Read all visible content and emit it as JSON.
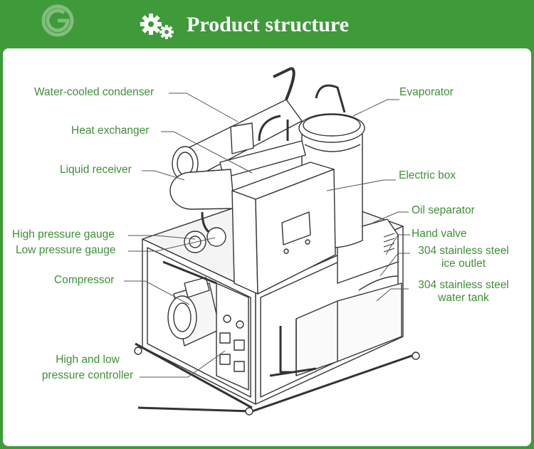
{
  "header": {
    "title": "Product structure",
    "icon": "gears-icon",
    "bg_color": "#3f9a3a",
    "title_color": "#ffffff"
  },
  "labels": {
    "water_cooled_condenser": "Water-cooled condenser",
    "heat_exchanger": "Heat exchanger",
    "liquid_receiver": "Liquid receiver",
    "high_pressure_gauge": "High pressure gauge",
    "low_pressure_gauge": "Low pressure gauge",
    "compressor": "Compressor",
    "pressure_controller_line1": "High and low",
    "pressure_controller_line2": "pressure controller",
    "evaporator": "Evaporator",
    "electric_box": "Electric box",
    "oil_separator": "Oil separator",
    "hand_valve": "Hand valve",
    "ice_outlet_line1": "304 stainless steel",
    "ice_outlet_line2": "ice outlet",
    "water_tank_line1": "304 stainless steel",
    "water_tank_line2": "water tank"
  },
  "colors": {
    "label": "#3f8f37",
    "line_art": "#333333"
  }
}
